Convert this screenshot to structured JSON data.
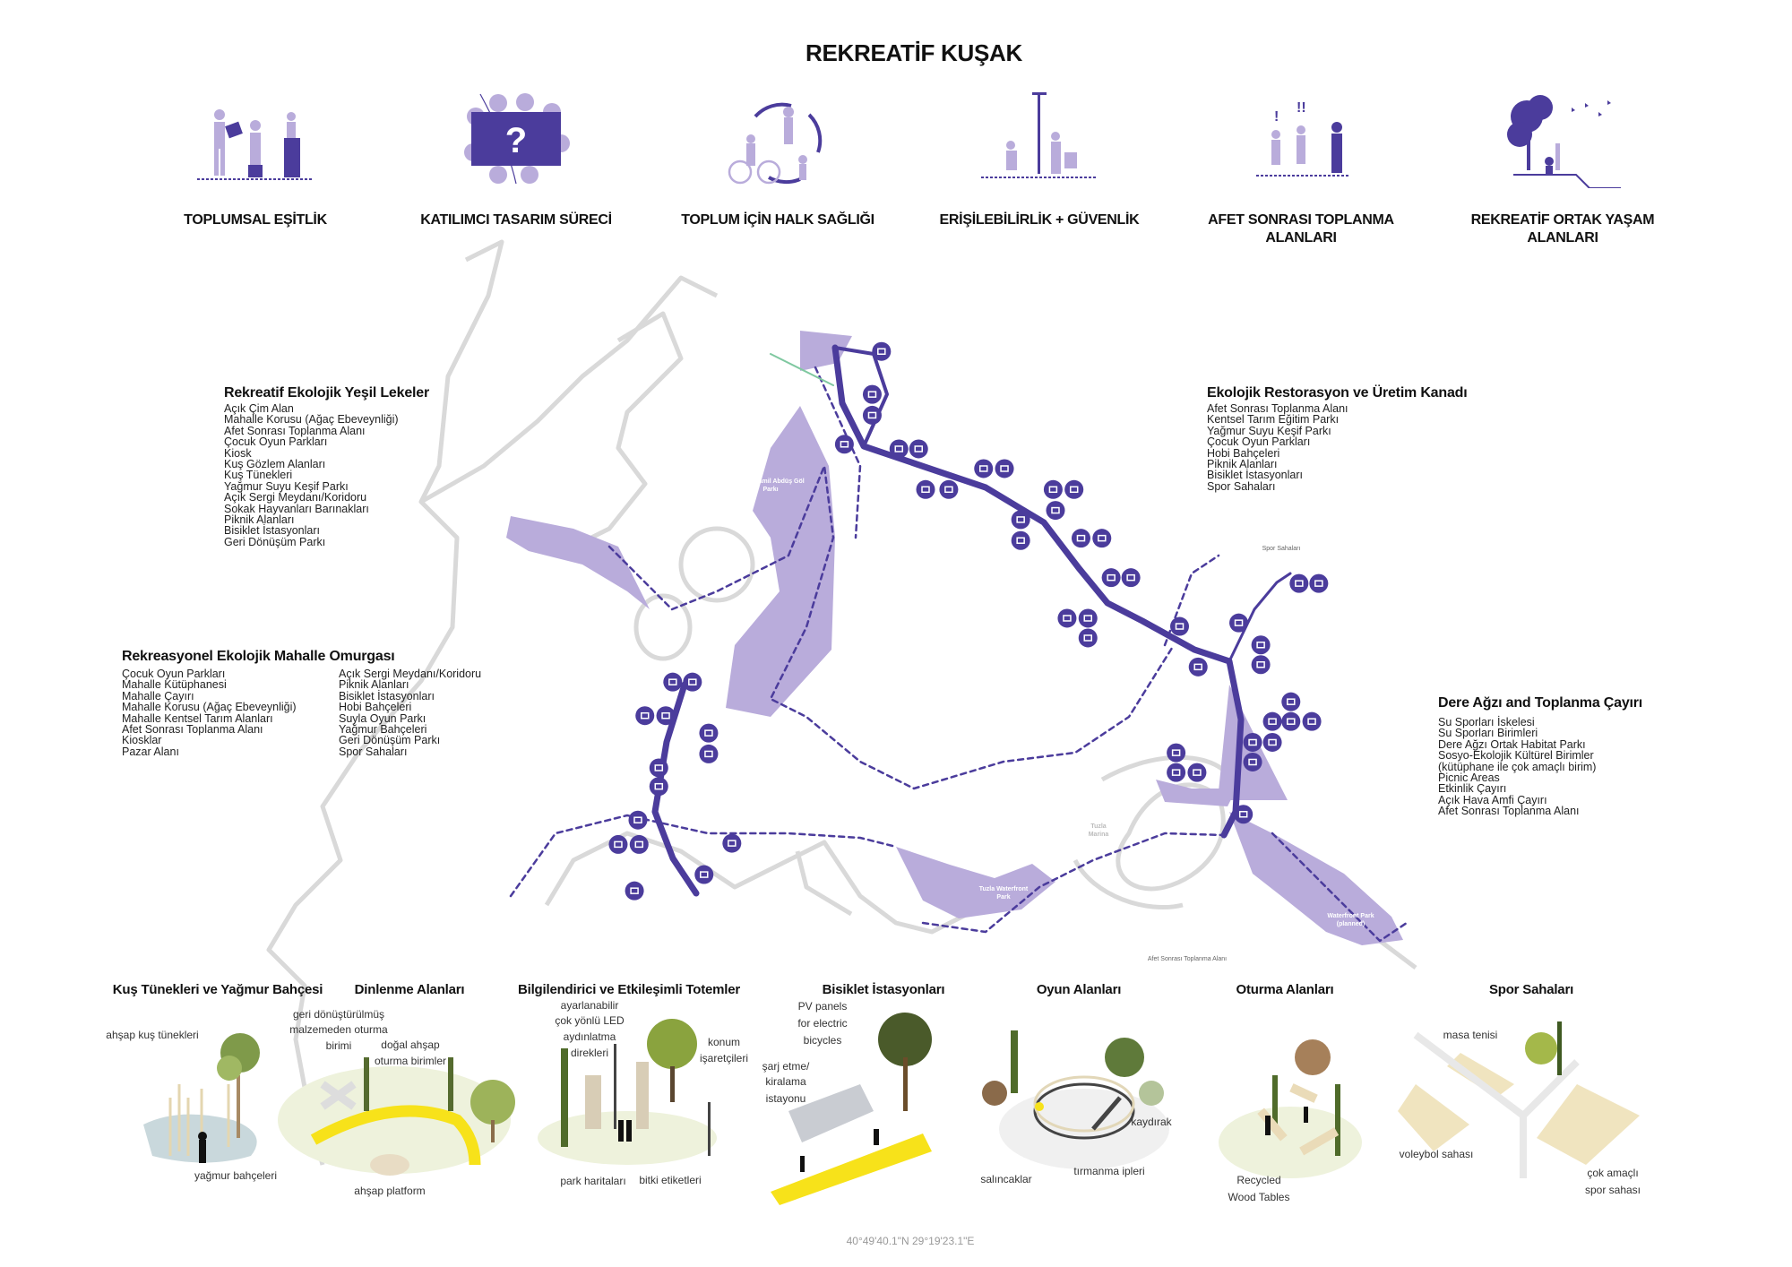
{
  "title": "REKREATİF KUŞAK",
  "colors": {
    "dark_purple": "#4b3c9c",
    "light_purple": "#b9acdb",
    "yellow": "#f2e21a",
    "gray_outline": "#d6d6d6"
  },
  "pillars": [
    {
      "label": "TOPLUMSAL EŞİTLİK",
      "icon": "equity-icon"
    },
    {
      "label": "KATILIMCI TASARIM SÜRECİ",
      "icon": "participatory-design-icon"
    },
    {
      "label": "TOPLUM İÇİN HALK SAĞLIĞI",
      "icon": "public-health-icon"
    },
    {
      "label": "ERİŞİLEBİLİRLİK + GÜVENLİK",
      "icon": "accessibility-icon"
    },
    {
      "label": "AFET SONRASI TOPLANMA ALANLARI",
      "icon": "assembly-area-icon"
    },
    {
      "label": "REKREATİF ORTAK YAŞAM ALANLARI",
      "icon": "coexistence-icon"
    }
  ],
  "zones": {
    "green_spots": {
      "title": "Rekreatif Ekolojik Yeşil Lekeler",
      "items": [
        "Açık Çim Alan",
        "Mahalle Korusu (Ağaç Ebeveynliği)",
        "Afet Sonrası Toplanma Alanı",
        "Çocuk Oyun Parkları",
        "Kiosk",
        "Kuş Gözlem Alanları",
        "Kuş Tünekleri",
        "Yağmur Suyu Keşif Parkı",
        "Açık Sergi Meydanı/Koridoru",
        "Sokak Hayvanları Barınakları",
        "Piknik Alanları",
        "Bisiklet İstasyonları",
        "Geri Dönüşüm Parkı"
      ]
    },
    "spine": {
      "title": "Rekreasyonel Ekolojik Mahalle Omurgası",
      "items_left": [
        "Çocuk Oyun Parkları",
        "Mahalle Kütüphanesi",
        "Mahalle Çayırı",
        "Mahalle Korusu (Ağaç Ebeveynliği)",
        "Mahalle Kentsel Tarım Alanları",
        "Afet Sonrası Toplanma Alanı",
        "Kiosklar",
        "Pazar Alanı"
      ],
      "items_right": [
        "Açık Sergi Meydanı/Koridoru",
        "Piknik Alanları",
        "Bisiklet İstasyonları",
        "Hobi Bahçeleri",
        "Suyla Oyun Parkı",
        "Yağmur Bahçeleri",
        "Geri Dönüşüm Parkı",
        "Spor Sahaları"
      ]
    },
    "restoration": {
      "title": "Ekolojik Restorasyon ve Üretim Kanadı",
      "items": [
        "Afet Sonrası Toplanma Alanı",
        "Kentsel Tarım Eğitim Parkı",
        "Yağmur Suyu Keşif Parkı",
        "Çocuk Oyun Parkları",
        "Hobi Bahçeleri",
        "Piknik Alanları",
        "Bisiklet İstasyonları",
        "Spor Sahaları"
      ]
    },
    "estuary": {
      "title": "Dere Ağzı and Toplanma Çayırı",
      "items": [
        "Su Sporları İskelesi",
        "Su Sporları Birimleri",
        "Dere Ağzı Ortak Habitat Parkı",
        "Sosyo-Ekolojik Kültürel Birimler",
        "(kütüphane ile çok amaçlı birim)",
        "Picnic Areas",
        "Etkinlik Çayırı",
        "Açık Hava Amfi Çayırı",
        "Afet Sonrası Toplanma Alanı"
      ]
    }
  },
  "map": {
    "labels": {
      "lake_park": "Tuzla Kamil Abdüş Göl Parkı",
      "waterfront": "Tuzla Waterfront Park",
      "marina": "Tuzla Marina",
      "waterfront_planned": "Waterfront Park (planned)",
      "small_sports": "Spor Sahaları",
      "small_assembly": "Afet Sonrası Toplanma Alanı"
    }
  },
  "sections": [
    {
      "title": "Kuş Tünekleri ve Yağmur Bahçesi",
      "annotations": [
        "ahşap kuş tünekleri",
        "yağmur bahçeleri"
      ]
    },
    {
      "title": "Dinlenme Alanları",
      "annotations": [
        "geri dönüştürülmüş",
        "malzemeden oturma",
        "birimi",
        "doğal ahşap",
        "oturma birimler",
        "ahşap platform"
      ]
    },
    {
      "title": "Bilgilendirici ve Etkileşimli Totemler",
      "annotations": [
        "ayarlanabilir",
        "çok yönlü LED",
        "aydınlatma",
        "direkleri",
        "konum",
        "işaretçileri",
        "park haritaları",
        "bitki etiketleri"
      ]
    },
    {
      "title": "Bisiklet İstasyonları",
      "annotations": [
        "PV panels",
        "for electric",
        "bicycles",
        "şarj etme/",
        "kiralama",
        "istayonu"
      ]
    },
    {
      "title": "Oyun Alanları",
      "annotations": [
        "kaydırak",
        "salıncaklar",
        "tırmanma ipleri"
      ]
    },
    {
      "title": "Oturma Alanları",
      "annotations": [
        "Recycled",
        "Wood Tables"
      ]
    },
    {
      "title": "Spor Sahaları",
      "annotations": [
        "masa tenisi",
        "voleybol sahası",
        "çok amaçlı",
        "spor sahası"
      ]
    }
  ],
  "coordinates": "40°49'40.1\"N 29°19'23.1\"E"
}
